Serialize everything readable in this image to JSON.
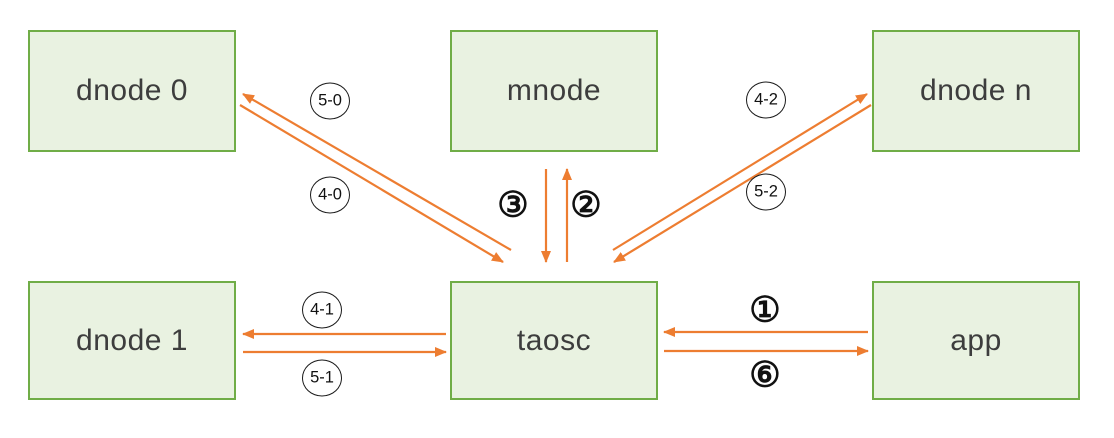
{
  "diagram": {
    "nodes": [
      {
        "id": "dnode-0",
        "label": "dnode 0"
      },
      {
        "id": "mnode",
        "label": "mnode"
      },
      {
        "id": "dnode-n",
        "label": "dnode n"
      },
      {
        "id": "dnode-1",
        "label": "dnode 1"
      },
      {
        "id": "taosc",
        "label": "taosc"
      },
      {
        "id": "app",
        "label": "app"
      }
    ],
    "connections": [
      {
        "between": "dnode 0 and taosc",
        "labels": [
          "5-0",
          "4-0"
        ]
      },
      {
        "between": "mnode and taosc",
        "labels": [
          "③",
          "②"
        ]
      },
      {
        "between": "taosc and dnode n",
        "labels": [
          "4-2",
          "5-2"
        ]
      },
      {
        "between": "dnode 1 and taosc",
        "labels": [
          "4-1",
          "5-1"
        ]
      },
      {
        "between": "taosc and app",
        "labels": [
          "①",
          "⑥"
        ]
      }
    ],
    "colors": {
      "node_fill": "#e9f2e1",
      "node_border": "#70ad47",
      "arrow": "#ed7d31",
      "label_circle_fill": "#ffffff",
      "label_circle_border": "#1a1a1a",
      "text": "#3d3d3d"
    }
  }
}
